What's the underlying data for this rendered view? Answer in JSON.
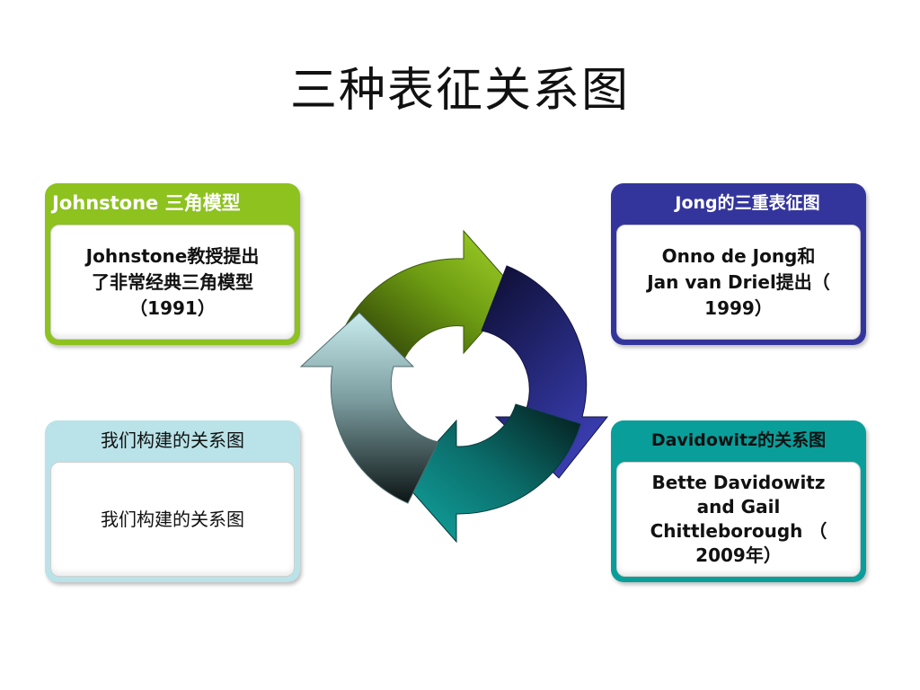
{
  "title": "三种表征关系图",
  "cards": {
    "top_left": {
      "header": "Johnstone 三角模型",
      "lines": [
        "Johnstone教授提出",
        "了非常经典三角模型",
        "（1991）"
      ]
    },
    "top_right": {
      "header": "Jong的三重表征图",
      "lines": [
        "Onno de Jong和",
        "Jan van Driel提出（",
        "1999）"
      ]
    },
    "bottom_left": {
      "header": "我们构建的关系图",
      "lines": [
        "我们构建的关系图"
      ]
    },
    "bottom_right": {
      "header": "Davidowitz的关系图",
      "lines": [
        "Bette Davidowitz",
        "and Gail",
        "Chittleborough （",
        "2009年）"
      ]
    }
  },
  "colors": {
    "green": "#8dc21f",
    "navy": "#34359c",
    "light_blue": "#b9e3e8",
    "teal": "#0a9e9a"
  },
  "cycle_arrows": [
    "green-arrow-icon",
    "navy-arrow-icon",
    "teal-arrow-icon",
    "lightblue-arrow-icon"
  ]
}
